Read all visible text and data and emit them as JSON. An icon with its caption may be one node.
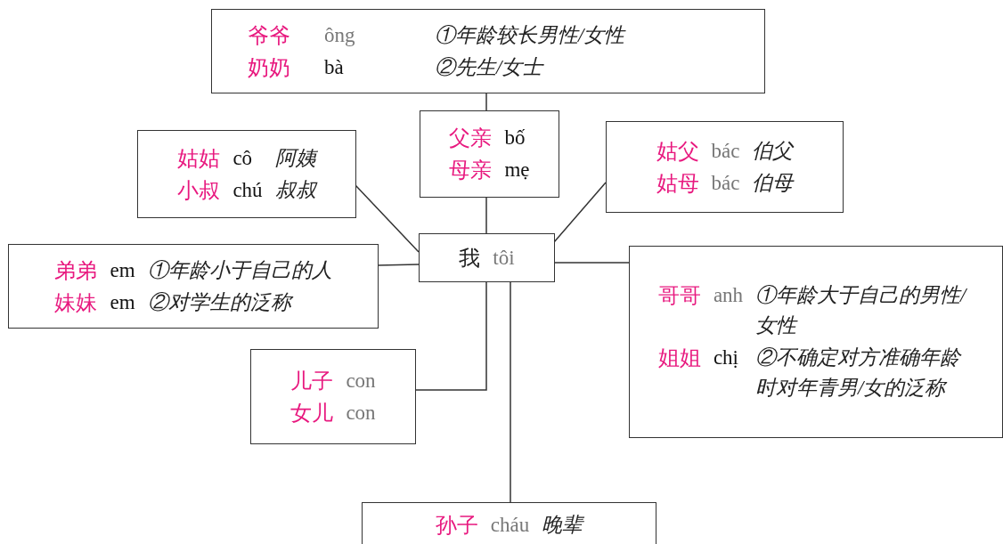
{
  "diagram": {
    "nodes": [
      {
        "text": [
          "爷爷",
          "ông",
          "①年龄较长男性/女性",
          "奶奶",
          "bà",
          "②先生/女士"
        ]
      },
      {
        "text": [
          "父亲",
          "bố",
          "母亲",
          "mẹ"
        ]
      },
      {
        "text": [
          "姑姑",
          "cô",
          "阿姨",
          "小叔",
          "chú",
          "叔叔"
        ]
      },
      {
        "text": [
          "姑父",
          "bác",
          "伯父",
          "姑母",
          "bác",
          "伯母"
        ]
      },
      {
        "text": [
          "我",
          "tôi"
        ]
      },
      {
        "text": [
          "弟弟",
          "em",
          "①年龄小于自己的人",
          "妹妹",
          "em",
          "②对学生的泛称"
        ]
      },
      {
        "text": [
          "哥哥",
          "anh",
          "①年龄大于自己的男性/女性",
          "姐姐",
          "chị",
          "②不确定对方准确年龄时对年青男/女的泛称"
        ]
      },
      {
        "text": [
          "儿子",
          "con",
          "女儿",
          "con"
        ]
      },
      {
        "text": [
          "孙子",
          "cháu",
          "晚辈"
        ]
      }
    ],
    "edges": [
      {
        "from": 0,
        "to": 1,
        "arrow": "none"
      },
      {
        "from": 1,
        "to": 4,
        "arrow": "none"
      },
      {
        "from": 2,
        "to": 4,
        "arrow": "none"
      },
      {
        "from": 3,
        "to": 4,
        "arrow": "none"
      },
      {
        "from": 5,
        "to": 4,
        "arrow": "none"
      },
      {
        "from": 4,
        "to": 6,
        "arrow": "none"
      },
      {
        "from": 4,
        "to": 7,
        "arrow": "none"
      },
      {
        "from": 4,
        "to": 8,
        "arrow": "none"
      }
    ]
  }
}
